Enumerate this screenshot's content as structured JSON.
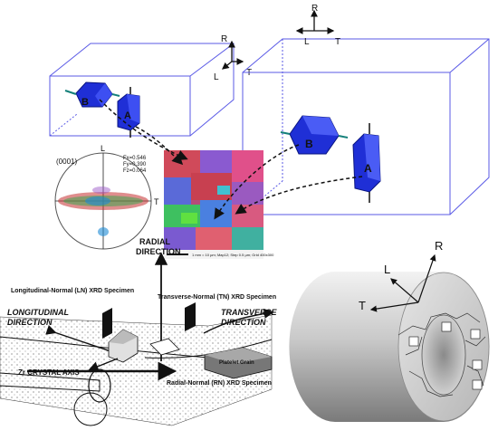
{
  "axes": {
    "left_box": {
      "r": "R",
      "l": "L",
      "t": "T"
    },
    "right_box": {
      "r": "R",
      "l": "L",
      "t": "T"
    },
    "pole_figure": {
      "l": "L",
      "t": "T"
    },
    "tube": {
      "r": "R",
      "l": "L",
      "t": "T"
    }
  },
  "crystals": {
    "left_a": "A",
    "left_b": "B",
    "right_a": "A",
    "right_b": "B"
  },
  "pole_figure": {
    "title": "(0001)",
    "fx": "Fx=0.546",
    "fy": "Fy=0.390",
    "fz": "Fz=0.064"
  },
  "ebsd_map": {
    "scale_text": "1 mm = 10 µm; Map12; Step 0.5 µm; Grid 400x300"
  },
  "schematic": {
    "radial_direction": "RADIAL\nDIRECTION",
    "longitudinal_direction": "LONGITUDINAL\nDIRECTION",
    "transverse_direction": "TRANSVERSE\nDIRECTION",
    "ln_specimen": "Longitudinal-Normal (LN) XRD Specimen",
    "tn_specimen": "Transverse-Normal (TN) XRD Specimen",
    "rn_specimen": "Radial-Normal (RN) XRD Specimen",
    "zr_axis": "Zr CRYSTAL AXIS",
    "platelet_grain": "Platelet Grain"
  },
  "colors": {
    "box_edge": "#5a5ae6",
    "crystal_blue": "#1f2fd6",
    "arrow": "#111111"
  }
}
